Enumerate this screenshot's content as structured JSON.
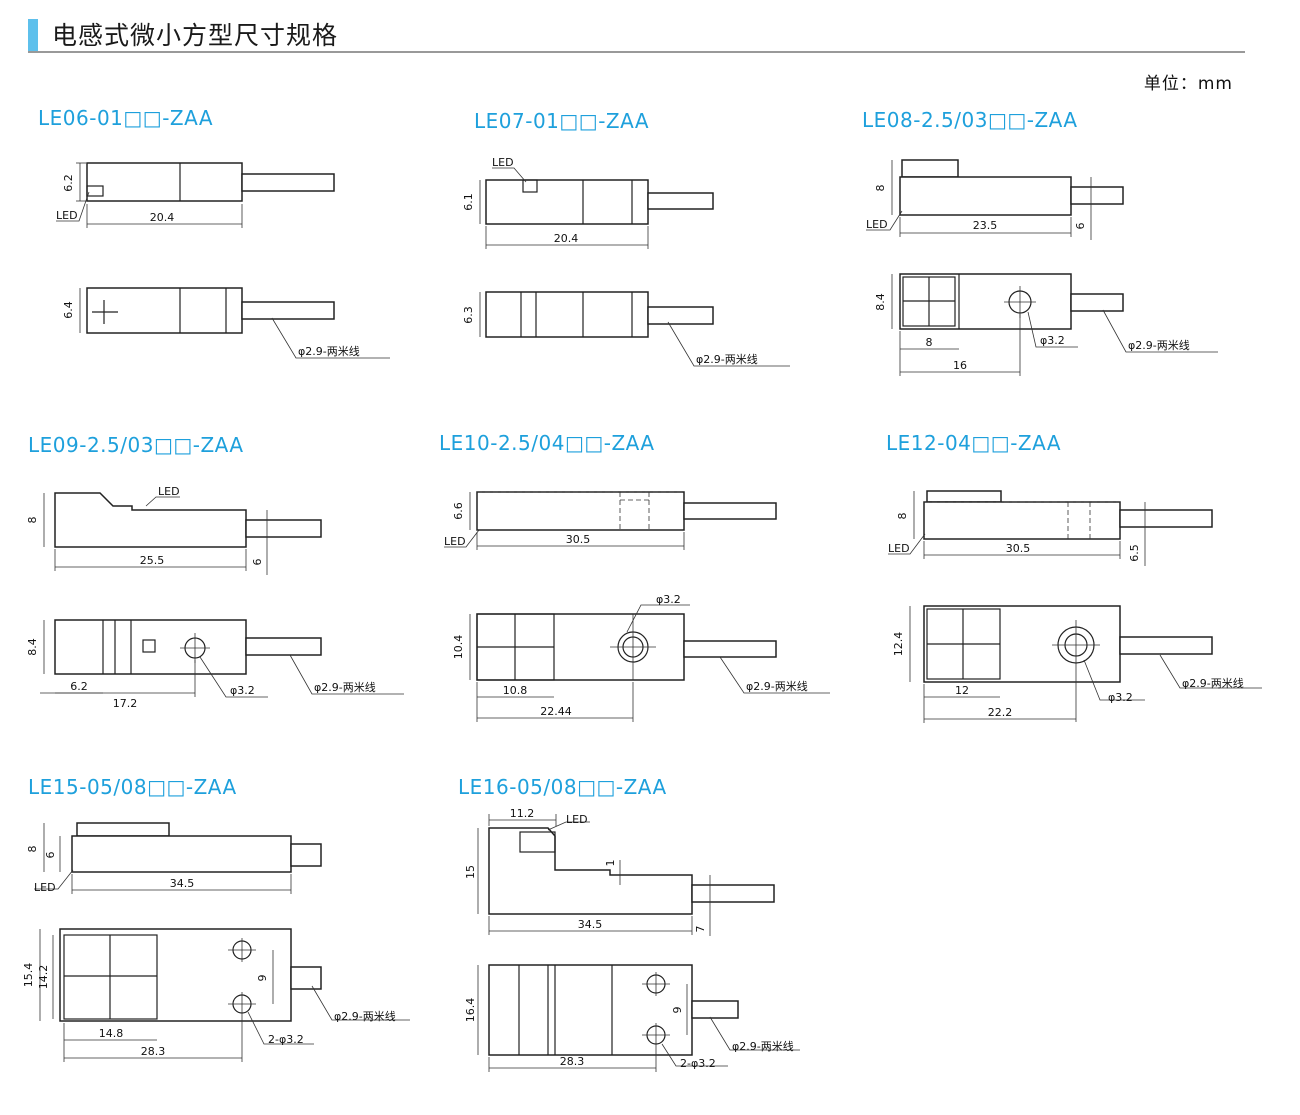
{
  "header": {
    "title": "电感式微小方型尺寸规格",
    "unit": "单位：mm",
    "accent_color": "#5ec0ec",
    "model_color": "#1ea0dc"
  },
  "common": {
    "led": "LED",
    "cable": "φ2.9-两米线",
    "hole": "φ3.2",
    "hole2": "2-φ3.2"
  },
  "models": [
    {
      "name": "LE06-01□□-ZAA",
      "dims": [
        "6.2",
        "20.4",
        "6.4"
      ]
    },
    {
      "name": "LE07-01□□-ZAA",
      "dims": [
        "6.1",
        "20.4",
        "6.3"
      ]
    },
    {
      "name": "LE08-2.5/03□□-ZAA",
      "dims": [
        "8",
        "23.5",
        "6",
        "8.4",
        "8",
        "16"
      ]
    },
    {
      "name": "LE09-2.5/03□□-ZAA",
      "dims": [
        "8",
        "25.5",
        "6",
        "8.4",
        "6.2",
        "17.2"
      ]
    },
    {
      "name": "LE10-2.5/04□□-ZAA",
      "dims": [
        "6.6",
        "30.5",
        "10.4",
        "10.8",
        "22.44"
      ]
    },
    {
      "name": "LE12-04□□-ZAA",
      "dims": [
        "8",
        "30.5",
        "6.5",
        "12.4",
        "12",
        "22.2"
      ]
    },
    {
      "name": "LE15-05/08□□-ZAA",
      "dims": [
        "8",
        "6",
        "34.5",
        "15.4",
        "14.2",
        "9",
        "14.8",
        "28.3"
      ]
    },
    {
      "name": "LE16-05/08□□-ZAA",
      "dims": [
        "11.2",
        "15",
        "1",
        "34.5",
        "7",
        "16.4",
        "9",
        "28.3"
      ]
    }
  ]
}
